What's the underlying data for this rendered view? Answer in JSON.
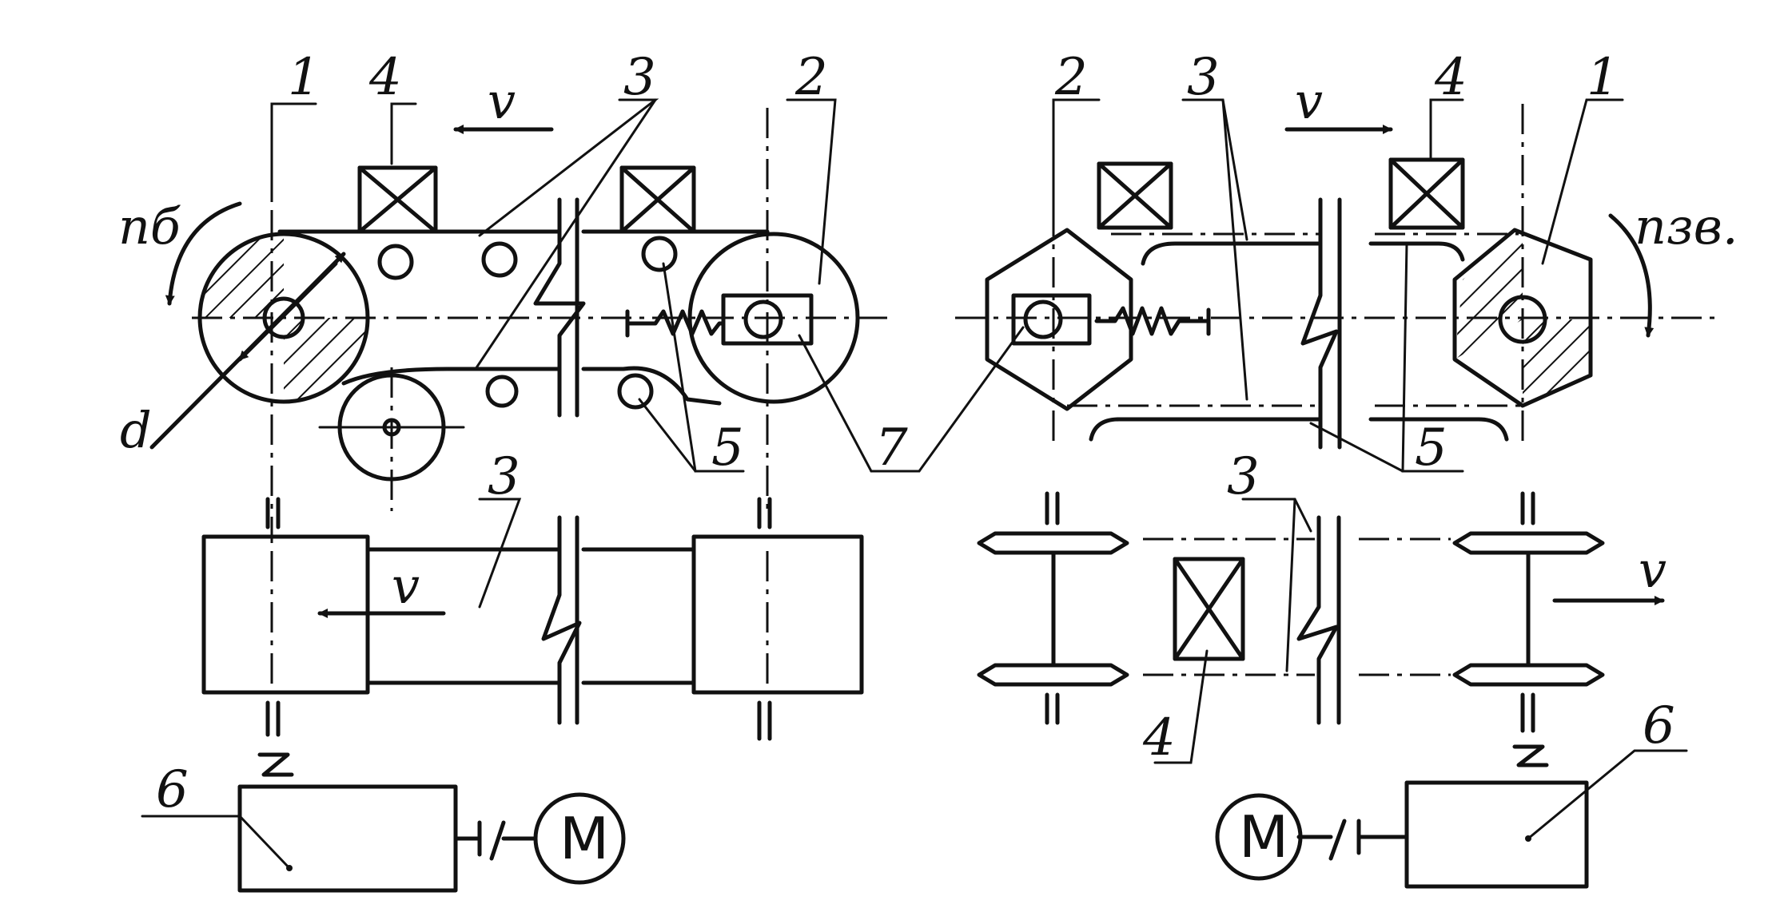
{
  "left_conveyor": {
    "labels": {
      "drive_drum": "1",
      "tail_drum": "2",
      "belt_upper": "3",
      "belt_plan": "3",
      "load": "4",
      "idlers": "5",
      "gearbox": "6",
      "take_up": "7"
    },
    "symbols": {
      "velocity_top": "v",
      "velocity_plan": "v",
      "drum_speed": "nб",
      "diameter": "d",
      "motor": "M"
    }
  },
  "right_conveyor": {
    "labels": {
      "drive_sprocket": "1",
      "tail_sprocket": "2",
      "chain_upper": "3",
      "chain_plan": "3",
      "load_top": "4",
      "load_plan": "4",
      "rollers": "5",
      "gearbox": "6"
    },
    "symbols": {
      "velocity_top": "v",
      "velocity_plan": "v",
      "sprocket_speed": "nзв.",
      "motor": "M"
    }
  },
  "shared": {
    "take_up_label": "7"
  }
}
